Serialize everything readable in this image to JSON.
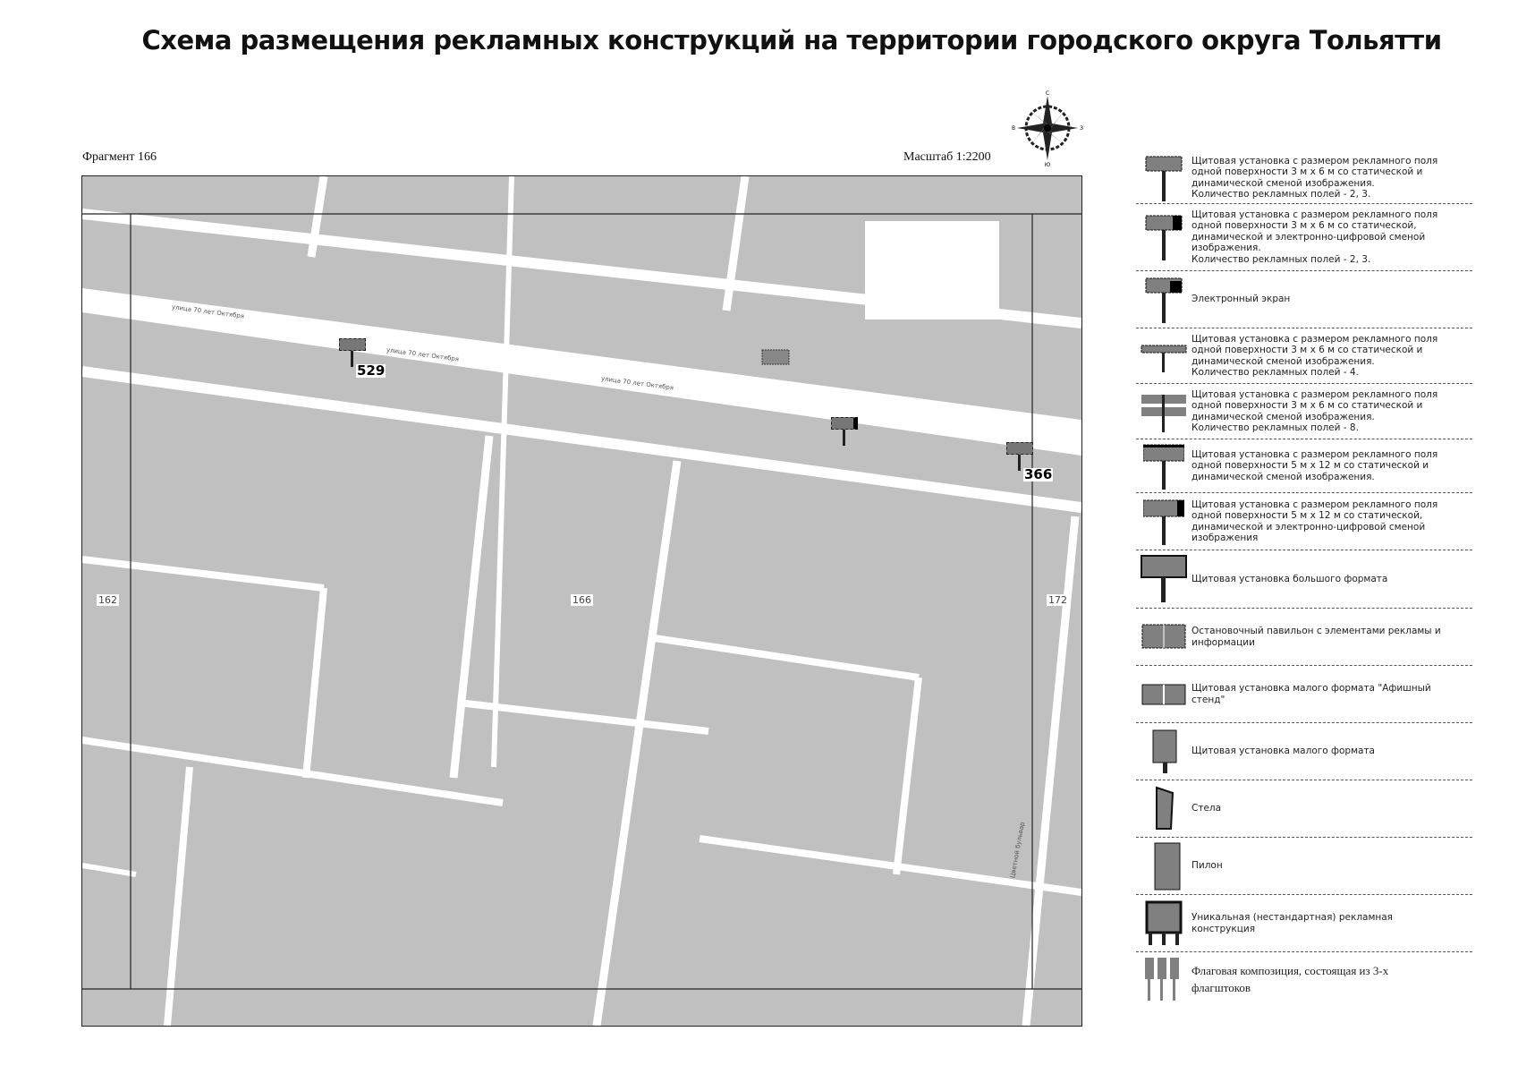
{
  "title": "Схема размещения рекламных конструкций на территории городского округа Тольятти",
  "fragment": "Фрагмент 166",
  "scale": "Масштаб 1:2200",
  "compass": {
    "icon": "compass-rose-icon",
    "n": "С",
    "s": "Ю",
    "w": "В",
    "e": "З"
  },
  "map": {
    "colors": {
      "background": "#c0c0c0",
      "roads": "#ffffff",
      "frame": "#222222"
    },
    "quarter_labels": [
      "162",
      "166",
      "172"
    ],
    "street_name": "улица 70 лет Октября",
    "street_name_2": "Цветной бульвар",
    "markers": [
      {
        "number": "529",
        "type": "billboard-3x6-icon"
      },
      {
        "number": "",
        "type": "billboard-3x6-digital-icon"
      },
      {
        "number": "366",
        "type": "billboard-3x6-icon"
      }
    ]
  },
  "legend": [
    {
      "icon": "billboard-3x6-icon",
      "text": "Щитовая установка с размером рекламного поля\nодной поверхности 3 м х 6 м со статической и\nдинамической сменой изображения.\nКоличество рекламных полей - 2, 3."
    },
    {
      "icon": "billboard-3x6-digital-icon",
      "text": "Щитовая установка с размером рекламного поля\nодной поверхности 3 м х 6 м со статической,\nдинамической и электронно-цифровой сменой\nизображения.\nКоличество рекламных полей - 2, 3."
    },
    {
      "icon": "electronic-screen-icon",
      "text": "Электронный экран"
    },
    {
      "icon": "billboard-4-fields-icon",
      "text": "Щитовая установка с размером рекламного поля\nодной поверхности 3 м х 6 м со статической и\nдинамической сменой изображения.\nКоличество рекламных полей - 4."
    },
    {
      "icon": "billboard-8-fields-icon",
      "text": "Щитовая установка с размером рекламного поля\nодной поверхности 3 м х 6 м со статической и\nдинамической сменой изображения.\nКоличество рекламных полей - 8."
    },
    {
      "icon": "billboard-5x12-icon",
      "text": "Щитовая установка с размером рекламного поля\nодной поверхности 5 м х 12 м со статической и\nдинамической сменой изображения."
    },
    {
      "icon": "billboard-5x12-digital-icon",
      "text": "Щитовая установка с размером рекламного поля\nодной поверхности 5 м х 12 м со статической,\nдинамической и электронно-цифровой сменой\nизображения"
    },
    {
      "icon": "large-billboard-icon",
      "text": "Щитовая установка большого формата"
    },
    {
      "icon": "bus-stop-pavilion-icon",
      "text": "Остановочный павильон с элементами рекламы и\nинформации"
    },
    {
      "icon": "poster-stand-icon",
      "text": "Щитовая установка малого формата \"Афишный\nстенд\""
    },
    {
      "icon": "small-billboard-icon",
      "text": "Щитовая установка малого формата"
    },
    {
      "icon": "stele-icon",
      "text": "Стела"
    },
    {
      "icon": "pylon-icon",
      "text": "Пилон"
    },
    {
      "icon": "unique-construction-icon",
      "text": "Уникальная (нестандартная) рекламная\nконструкция"
    },
    {
      "icon": "flag-composition-icon",
      "text": "Флаговая композиция, состоящая из 3-х\nфлагштоков"
    }
  ]
}
